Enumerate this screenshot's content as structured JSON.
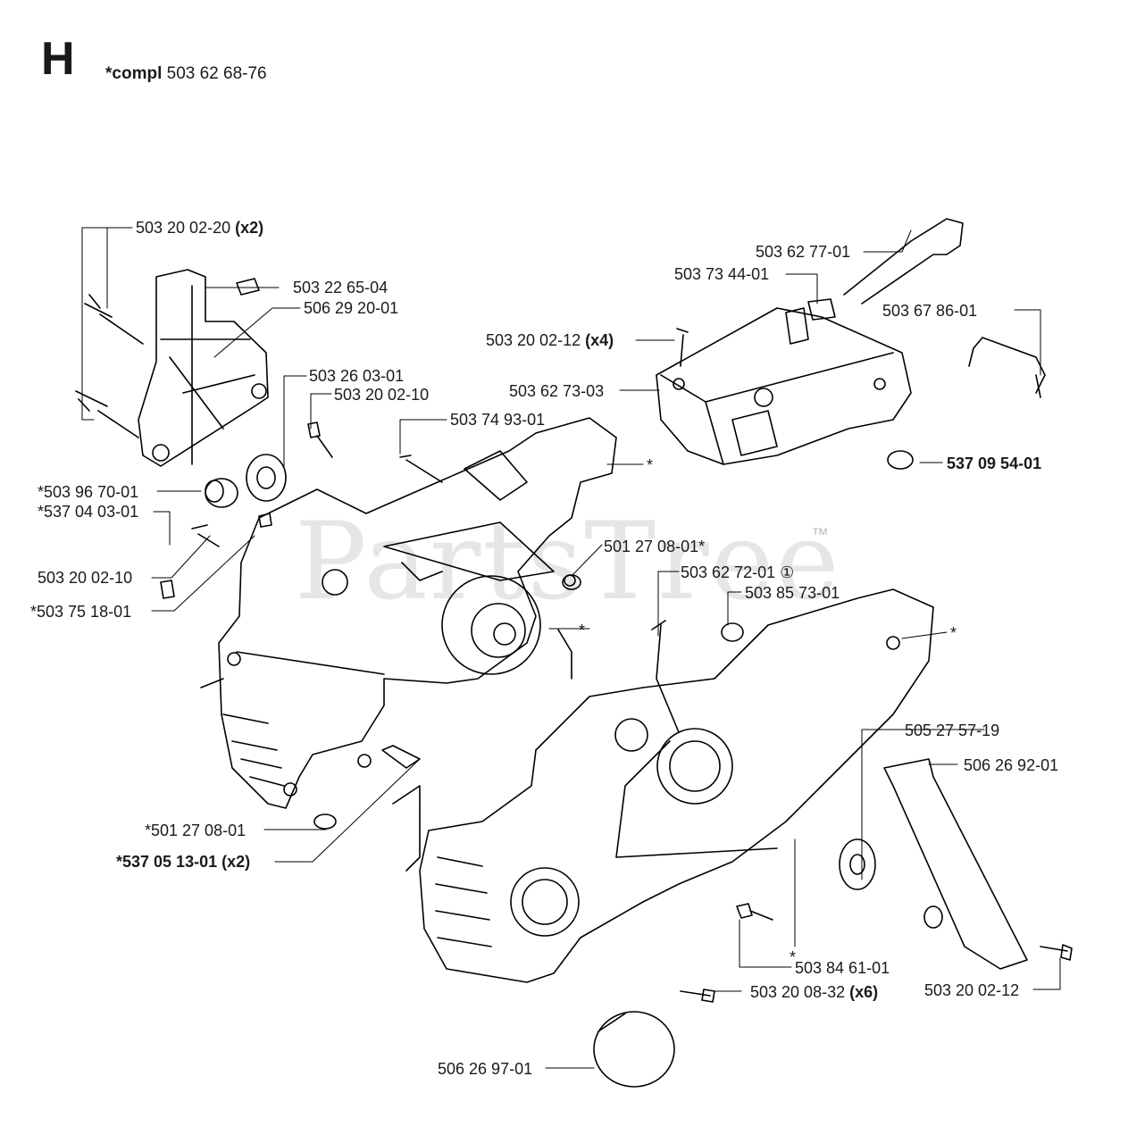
{
  "header": {
    "section_letter": "H",
    "compl_label": "*compl",
    "compl_number": "503 62 68-76"
  },
  "watermark": {
    "text": "PartsTree",
    "tm": "™"
  },
  "parts": [
    {
      "id": "p1",
      "number": "503 20 02-20",
      "qty": "(x2)"
    },
    {
      "id": "p2",
      "number": "503 22 65-04",
      "qty": ""
    },
    {
      "id": "p3",
      "number": "506 29 20-01",
      "qty": ""
    },
    {
      "id": "p4",
      "number": "503 26 03-01",
      "qty": ""
    },
    {
      "id": "p5",
      "number": "503 20 02-10",
      "qty": ""
    },
    {
      "id": "p6",
      "number": "503 74 93-01",
      "qty": ""
    },
    {
      "id": "p7",
      "number": "*503 96 70-01",
      "qty": ""
    },
    {
      "id": "p8",
      "number": "*537 04 03-01",
      "qty": ""
    },
    {
      "id": "p9",
      "number": "503 20 02-10",
      "qty": ""
    },
    {
      "id": "p10",
      "number": "*503 75 18-01",
      "qty": ""
    },
    {
      "id": "p11",
      "number": "*501 27 08-01",
      "qty": ""
    },
    {
      "id": "p12",
      "number": "*537 05 13-01 (x2)",
      "qty": ""
    },
    {
      "id": "p13",
      "number": "503 62 77-01",
      "qty": ""
    },
    {
      "id": "p14",
      "number": "503 73 44-01",
      "qty": ""
    },
    {
      "id": "p15",
      "number": "503 67 86-01",
      "qty": ""
    },
    {
      "id": "p16",
      "number": "503 20 02-12",
      "qty": "(x4)"
    },
    {
      "id": "p17",
      "number": "503 62 73-03",
      "qty": ""
    },
    {
      "id": "p18",
      "number": "537 09 54-01",
      "qty": ""
    },
    {
      "id": "p19",
      "number": "501 27 08-01*",
      "qty": ""
    },
    {
      "id": "p20",
      "number": "503 62 72-01",
      "qty": "①"
    },
    {
      "id": "p21",
      "number": "503 85 73-01",
      "qty": ""
    },
    {
      "id": "p22",
      "number": "505 27 57-19",
      "qty": ""
    },
    {
      "id": "p23",
      "number": "506 26 92-01",
      "qty": ""
    },
    {
      "id": "p24",
      "number": "503 84 61-01",
      "qty": ""
    },
    {
      "id": "p25",
      "number": "503 20 08-32",
      "qty": "(x6)"
    },
    {
      "id": "p26",
      "number": "503 20 02-12",
      "qty": ""
    },
    {
      "id": "p27",
      "number": "506 26 97-01",
      "qty": ""
    }
  ],
  "asterisks": [
    "*",
    "*",
    "*",
    "*"
  ]
}
